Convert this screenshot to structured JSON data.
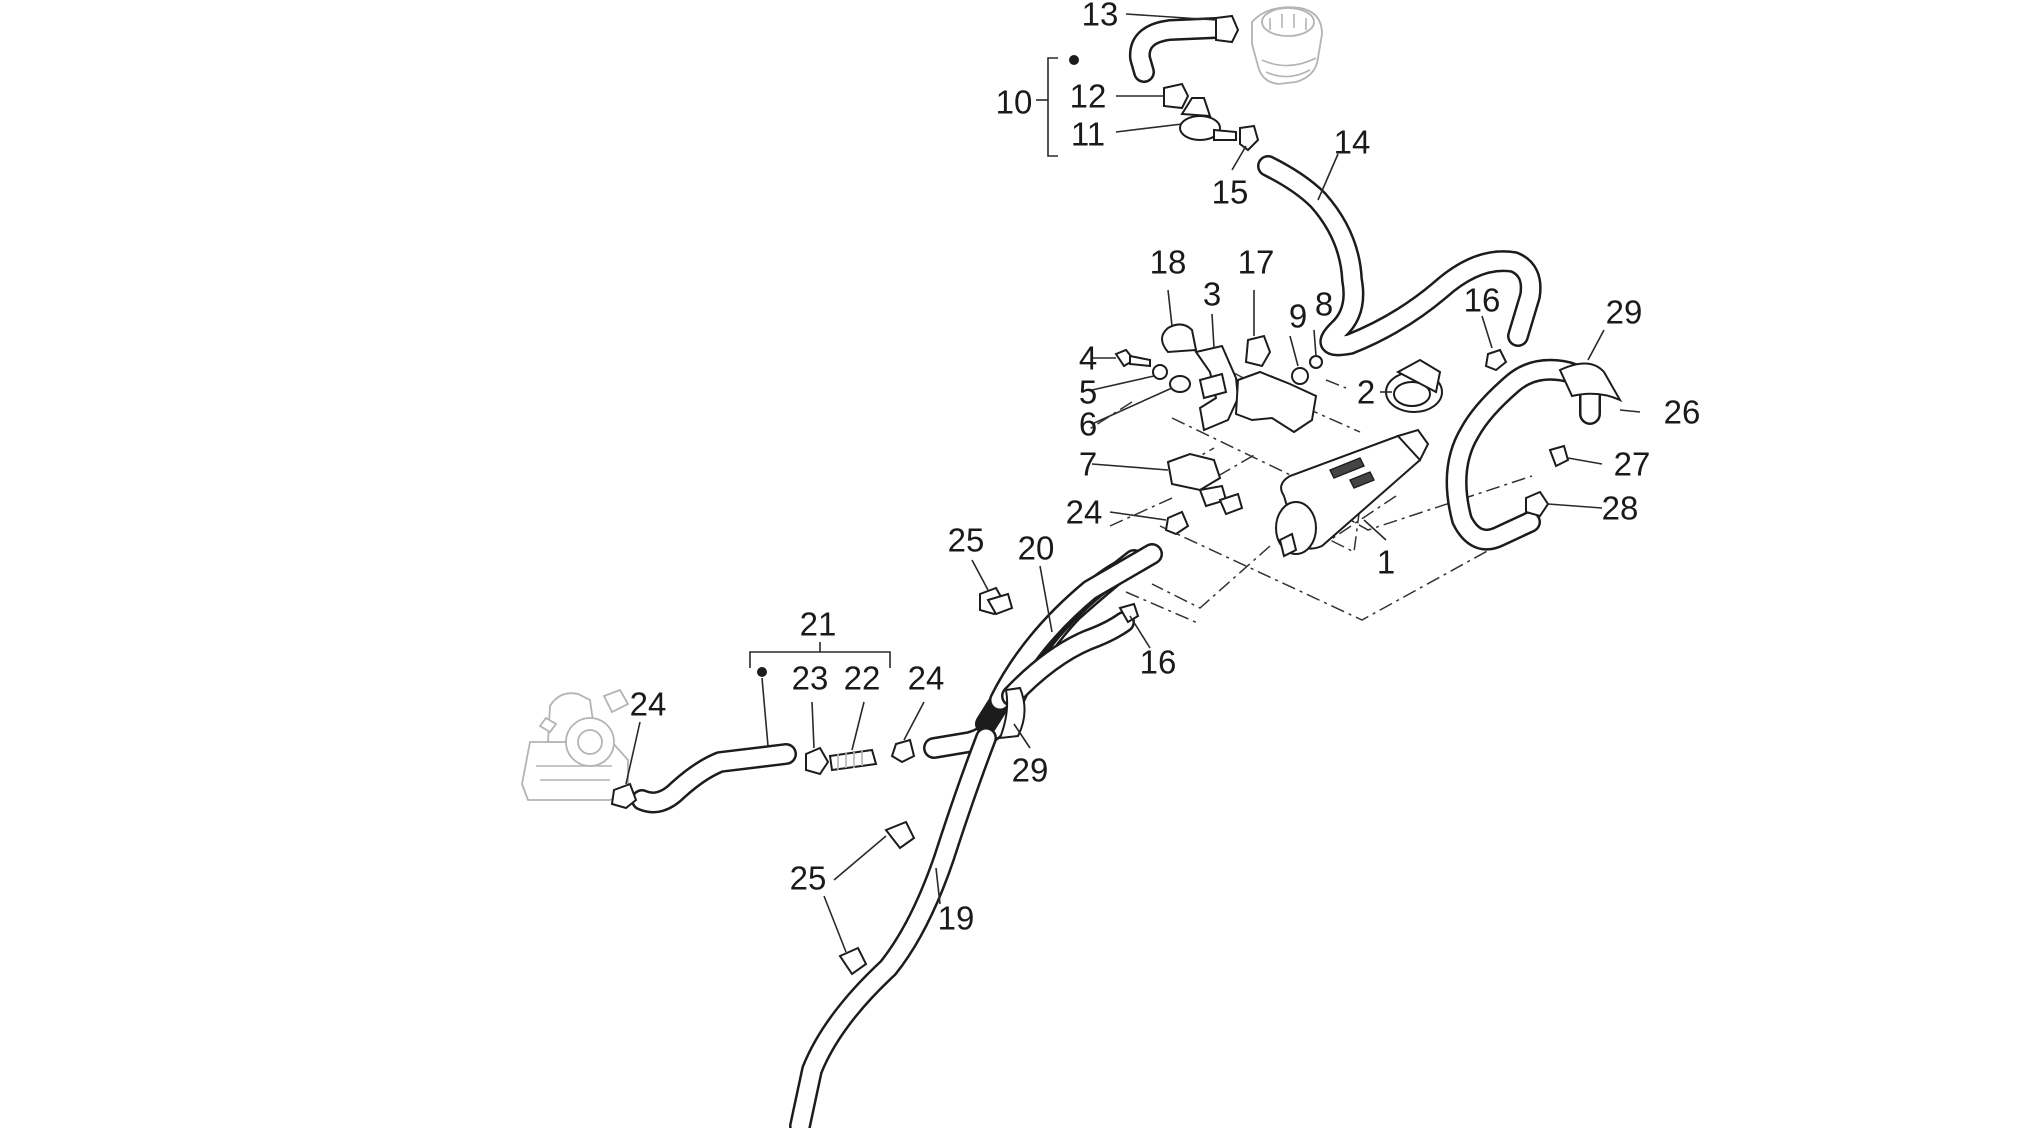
{
  "diagram": {
    "labels": [
      {
        "id": "n13",
        "text": "13"
      },
      {
        "id": "n10",
        "text": "10"
      },
      {
        "id": "n12",
        "text": "12"
      },
      {
        "id": "n11",
        "text": "11"
      },
      {
        "id": "n14",
        "text": "14"
      },
      {
        "id": "n15",
        "text": "15"
      },
      {
        "id": "n18",
        "text": "18"
      },
      {
        "id": "n3",
        "text": "3"
      },
      {
        "id": "n17",
        "text": "17"
      },
      {
        "id": "n9",
        "text": "9"
      },
      {
        "id": "n8",
        "text": "8"
      },
      {
        "id": "n16a",
        "text": "16"
      },
      {
        "id": "n29a",
        "text": "29"
      },
      {
        "id": "n4",
        "text": "4"
      },
      {
        "id": "n5",
        "text": "5"
      },
      {
        "id": "n6",
        "text": "6"
      },
      {
        "id": "n2",
        "text": "2"
      },
      {
        "id": "n26",
        "text": "26"
      },
      {
        "id": "n7",
        "text": "7"
      },
      {
        "id": "n27",
        "text": "27"
      },
      {
        "id": "n24a",
        "text": "24"
      },
      {
        "id": "n28",
        "text": "28"
      },
      {
        "id": "n25a",
        "text": "25"
      },
      {
        "id": "n20",
        "text": "20"
      },
      {
        "id": "n1",
        "text": "1"
      },
      {
        "id": "n16b",
        "text": "16"
      },
      {
        "id": "n21",
        "text": "21"
      },
      {
        "id": "n23",
        "text": "23"
      },
      {
        "id": "n22",
        "text": "22"
      },
      {
        "id": "n24b",
        "text": "24"
      },
      {
        "id": "n24c",
        "text": "24"
      },
      {
        "id": "n29b",
        "text": "29"
      },
      {
        "id": "n25b",
        "text": "25"
      },
      {
        "id": "n19",
        "text": "19"
      }
    ]
  }
}
